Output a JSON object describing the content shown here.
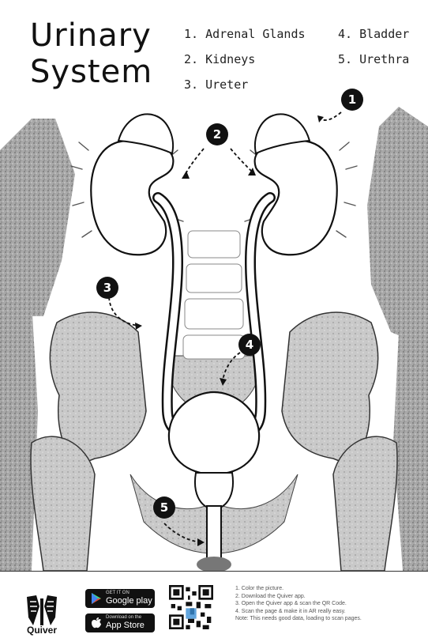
{
  "title": {
    "line1": "Urinary",
    "line2": "System"
  },
  "legend": [
    {
      "text": "1. Adrenal Glands"
    },
    {
      "text": "2. Kidneys"
    },
    {
      "text": "3. Ureter"
    },
    {
      "text": "4. Bladder"
    },
    {
      "text": "5. Urethra"
    }
  ],
  "markers": [
    "1",
    "2",
    "3",
    "4",
    "5"
  ],
  "footer": {
    "brand": "Quiver",
    "google_small": "GET IT ON",
    "google_big": "Google play",
    "apple_small": "Download on the",
    "apple_big": "App Store",
    "instructions": [
      "1. Color the picture.",
      "2. Download the Quiver app.",
      "3. Open the Quiver app & scan the QR Code.",
      "4. Scan the page & make it in AR really easy.",
      "Note: This needs good data, loading to scan pages."
    ]
  },
  "colors": {
    "ink": "#111111",
    "shade": "#9a9a9a",
    "paper": "#ffffff"
  }
}
